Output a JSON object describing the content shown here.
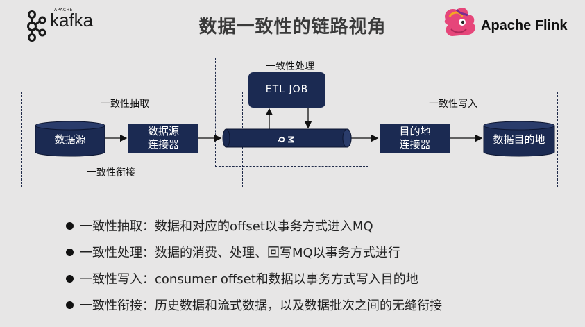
{
  "title": "数据一致性的链路视角",
  "logos": {
    "kafka_word": "kafka",
    "kafka_small": "APACHE",
    "flink_word": "Apache Flink"
  },
  "diagram": {
    "group_labels": {
      "extract": "一致性抽取",
      "connect": "一致性衔接",
      "process": "一致性处理",
      "write": "一致性写入"
    },
    "nodes": {
      "source_db": "数据源",
      "source_connector": "数据源\n连接器",
      "etl_job": "ETL JOB",
      "mq": "M Q",
      "target_connector": "目的地\n连接器",
      "target_db": "数据目的地"
    },
    "colors": {
      "node": "#1b2a52",
      "background": "#e7e6e6"
    }
  },
  "bullets": [
    "一致性抽取：数据和对应的offset以事务方式进入MQ",
    "一致性处理：数据的消费、处理、回写MQ以事务方式进行",
    "一致性写入：consumer offset和数据以事务方式写入目的地",
    "一致性衔接：历史数据和流式数据，以及数据批次之间的无缝衔接"
  ]
}
